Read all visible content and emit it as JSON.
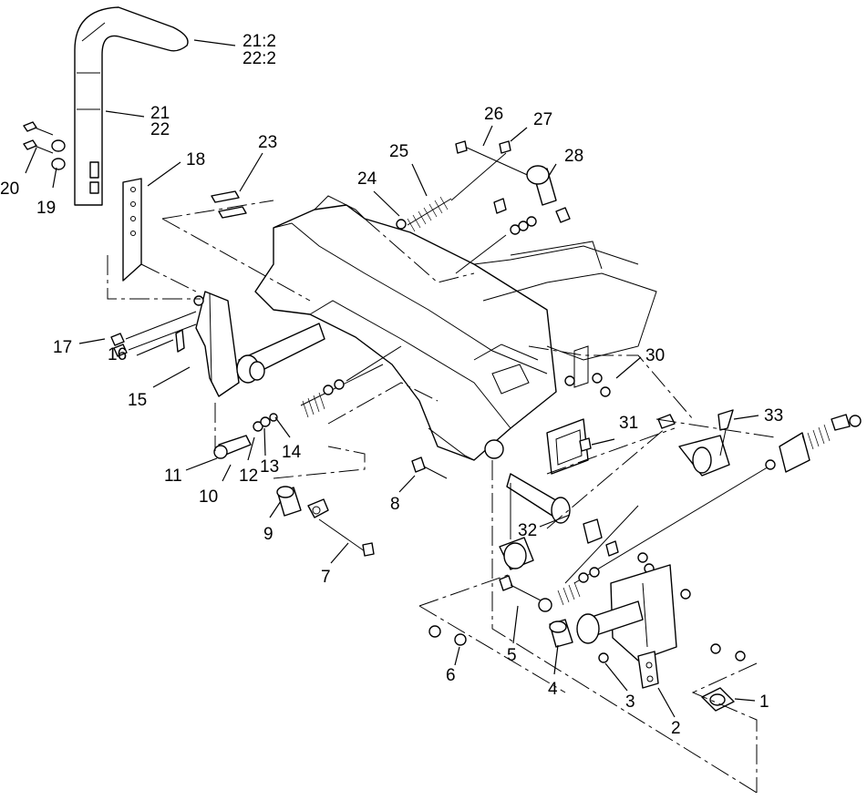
{
  "diagram": {
    "labels": {
      "l1": "1",
      "l2": "2",
      "l3": "3",
      "l4": "4",
      "l5": "5",
      "l6": "6",
      "l7": "7",
      "l8": "8",
      "l9": "9",
      "l10": "10",
      "l11": "11",
      "l12": "12",
      "l13": "13",
      "l14": "14",
      "l15": "15",
      "l16": "16",
      "l17": "17",
      "l18": "18",
      "l19": "19",
      "l20": "20",
      "l21a": "21",
      "l21b": "22",
      "l21c": "21:2",
      "l21d": "22:2",
      "l23": "23",
      "l24": "24",
      "l25": "25",
      "l26": "26",
      "l27": "27",
      "l28": "28",
      "l30": "30",
      "l31": "31",
      "l32": "32",
      "l33": "33"
    }
  }
}
